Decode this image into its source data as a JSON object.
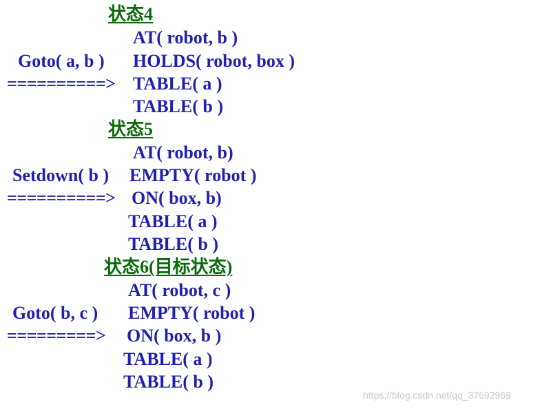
{
  "states": [
    {
      "heading": "状态4",
      "action": "Goto( a, b )",
      "arrow": "==========>",
      "facts": [
        "AT( robot, b )",
        "HOLDS( robot, box )",
        "TABLE( a )",
        "TABLE( b )"
      ]
    },
    {
      "heading": "状态5",
      "action": "Setdown( b )",
      "arrow": "==========>",
      "facts": [
        "AT( robot, b)",
        "EMPTY( robot )",
        "ON( box, b)",
        "TABLE( a )",
        "TABLE( b )"
      ]
    },
    {
      "heading": "状态6(目标状态)",
      "action": "Goto( b, c )",
      "arrow": "=========>",
      "facts": [
        "AT( robot, c )",
        "EMPTY( robot )",
        "ON( box, b )",
        "TABLE( a )",
        "TABLE( b )"
      ]
    }
  ],
  "watermark": "https://blog.csdn.net/qq_37692969",
  "colors": {
    "heading": "#0a6a0a",
    "text": "#1f1fb0",
    "watermark": "#c8c8c8"
  }
}
